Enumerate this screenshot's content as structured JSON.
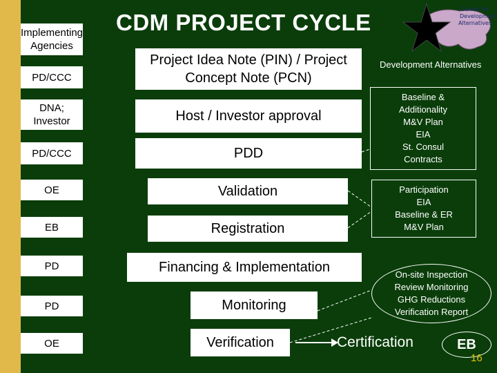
{
  "title": "CDM PROJECT CYCLE",
  "agencies": {
    "header": "Implementing Agencies",
    "rows": [
      "PD/CCC",
      "DNA; Investor",
      "PD/CCC",
      "OE",
      "EB",
      "PD",
      "PD",
      "OE"
    ]
  },
  "steps": [
    "Project Idea Note (PIN) / Project Concept Note (PCN)",
    "Host / Investor approval",
    "PDD",
    "Validation",
    "Registration",
    "Financing & Implementation",
    "Monitoring",
    "Verification"
  ],
  "notes": {
    "development": "Development Alternatives",
    "pdd_inputs": [
      "Baseline &",
      "Additionality",
      "M&V Plan",
      "EIA",
      "St. Consul",
      "Contracts"
    ],
    "validation_inputs": [
      "Participation",
      "EIA",
      "Baseline & ER",
      "M&V Plan"
    ],
    "monitoring_inputs": [
      "On-site Inspection",
      "Review Monitoring",
      "GHG Reductions",
      "Verification Report"
    ]
  },
  "certification": "Certification",
  "final_agency": "EB",
  "page_number": "16",
  "colors": {
    "background": "#0a3d0a",
    "left_bar": "#e0b94a",
    "box": "#ffffff",
    "page_number": "#e6c200"
  },
  "logo": {
    "icon": "star-map-logo",
    "text": [
      "Centre for",
      "Development",
      "Alternatives"
    ]
  }
}
